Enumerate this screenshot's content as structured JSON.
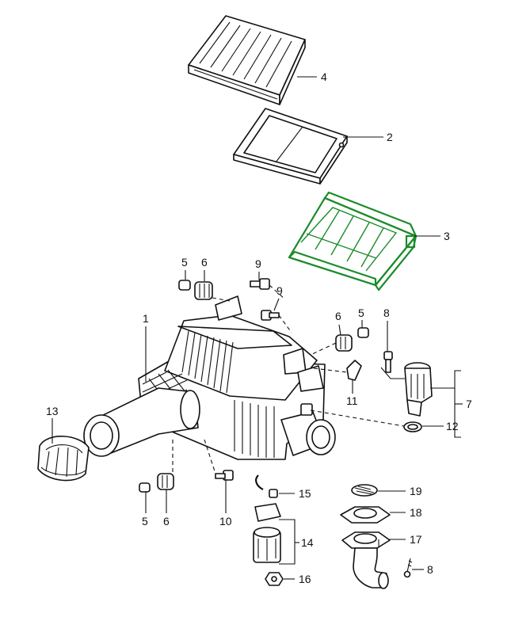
{
  "diagram": {
    "highlight_color": "#1a8c2a",
    "callouts": {
      "c1": "1",
      "c2": "2",
      "c3": "3",
      "c4": "4",
      "c5a": "5",
      "c5b": "5",
      "c5c": "5",
      "c6a": "6",
      "c6b": "6",
      "c6c": "6",
      "c7": "7",
      "c8a": "8",
      "c8b": "8",
      "c9a": "9",
      "c9b": "9",
      "c10": "10",
      "c11": "11",
      "c12": "12",
      "c13": "13",
      "c14": "14",
      "c15": "15",
      "c16": "16",
      "c17": "17",
      "c18": "18",
      "c19": "19"
    }
  }
}
